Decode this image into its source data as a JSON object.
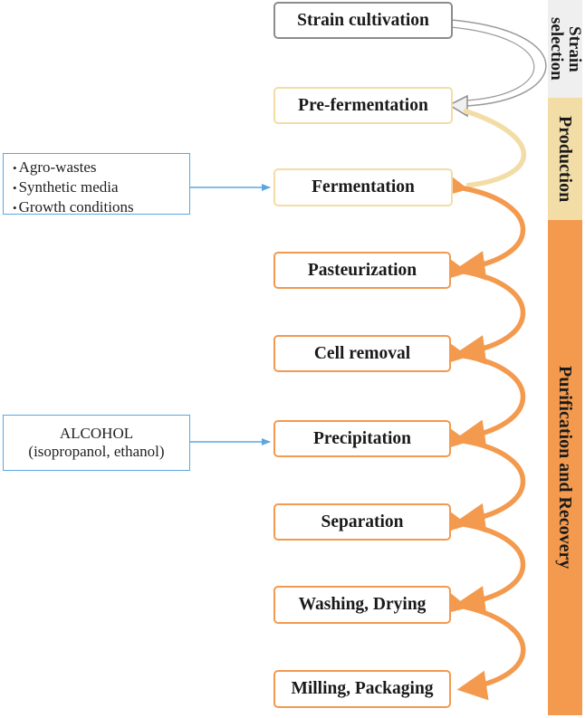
{
  "steps": [
    {
      "label": "Strain cultivation",
      "style": "gray"
    },
    {
      "label": "Pre-fermentation",
      "style": "tan"
    },
    {
      "label": "Fermentation",
      "style": "tan"
    },
    {
      "label": "Pasteurization",
      "style": "orange"
    },
    {
      "label": "Cell removal",
      "style": "orange"
    },
    {
      "label": "Precipitation",
      "style": "orange"
    },
    {
      "label": "Separation",
      "style": "orange"
    },
    {
      "label": "Washing, Drying",
      "style": "orange"
    },
    {
      "label": "Milling, Packaging",
      "style": "orange"
    }
  ],
  "inputs": {
    "fermentation_inputs": [
      "Agro-wastes",
      "Synthetic media",
      "Growth conditions"
    ],
    "alcohol": {
      "line1": "ALCOHOL",
      "line2": "(isopropanol, ethanol)"
    }
  },
  "phases": [
    {
      "label": "Strain selection",
      "line1": "Strain",
      "line2": "selection",
      "color": "#efefef"
    },
    {
      "label": "Production",
      "color": "#f3dda6"
    },
    {
      "label": "Purification and Recovery",
      "color": "#f39a4e"
    }
  ],
  "colors": {
    "orange": "#f39a4e",
    "tan": "#f3dda6",
    "gray": "#8c8c8c",
    "blue": "#5aa7e0"
  }
}
